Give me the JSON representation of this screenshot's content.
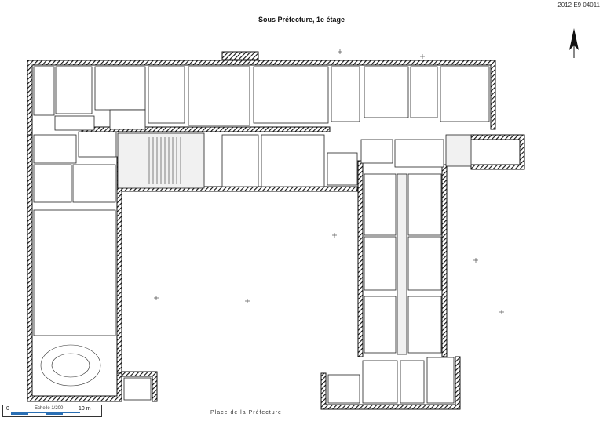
{
  "header": {
    "reference": "2012 E9 04011",
    "title": "Sous Préfecture, 1e étage"
  },
  "scale": {
    "zero": "0",
    "label": "Echelle 1/200",
    "ten": "10 m"
  },
  "street": {
    "label": "Place de la Préfecture"
  },
  "colors": {
    "wall": "#111111",
    "scale_blue": "#2a6fb4",
    "paper": "#ffffff"
  },
  "icons": [
    "north-arrow-icon"
  ]
}
